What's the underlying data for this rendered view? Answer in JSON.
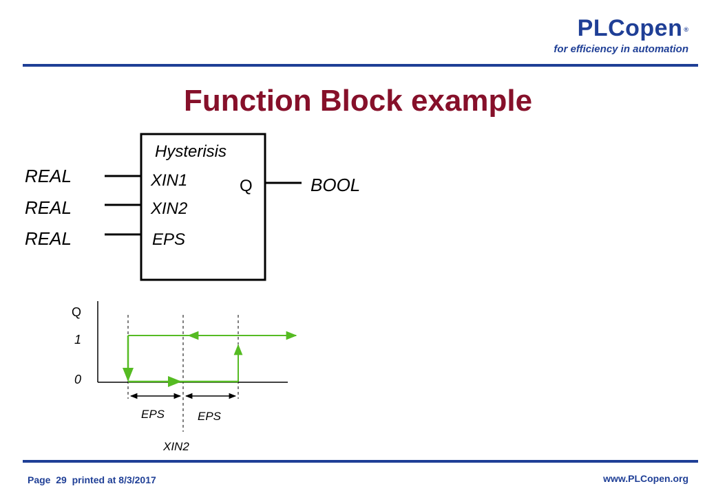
{
  "header": {
    "brand": "PLCopen",
    "registered_mark": "®",
    "tagline": "for efficiency in automation"
  },
  "title": "Function Block example",
  "block": {
    "name": "Hysterisis",
    "inputs": [
      {
        "type": "REAL",
        "name": "XIN1"
      },
      {
        "type": "REAL",
        "name": "XIN2"
      },
      {
        "type": "REAL",
        "name": "EPS"
      }
    ],
    "output": {
      "name": "Q",
      "type": "BOOL"
    }
  },
  "graph": {
    "y_axis_label": "Q",
    "level_high": "1",
    "level_low": "0",
    "eps_label_left": "EPS",
    "eps_label_right": "EPS",
    "x_axis_label": "XIN2",
    "colors": {
      "trace": "#55bb22",
      "axis": "#000000"
    }
  },
  "footer": {
    "page_label": "Page",
    "page_number": "29",
    "printed_label": "printed at 8/3/2017",
    "url": "www.PLCopen.org"
  },
  "colors": {
    "brand": "#1f3f96",
    "title": "#86102a"
  }
}
